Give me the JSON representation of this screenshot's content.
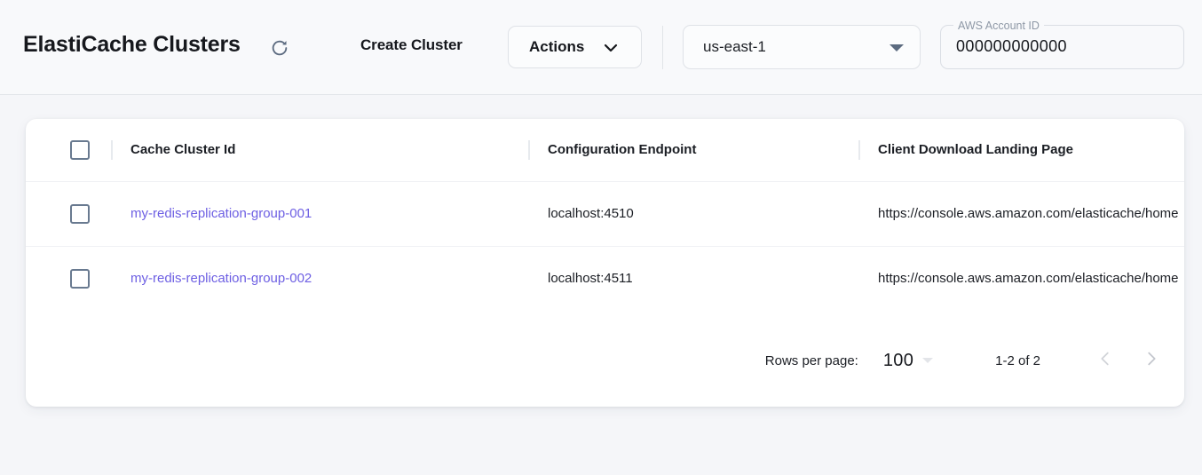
{
  "header": {
    "title": "ElastiCache Clusters",
    "refresh_icon": "refresh-icon",
    "create_cluster_label": "Create Cluster",
    "actions_label": "Actions",
    "actions_caret_icon": "chevron-down-icon",
    "region": {
      "value": "us-east-1",
      "arrow_icon": "dropdown-arrow-icon"
    },
    "account": {
      "label": "AWS Account ID",
      "value": "000000000000"
    }
  },
  "table": {
    "columns": [
      {
        "key": "select",
        "label": ""
      },
      {
        "key": "cluster_id",
        "label": "Cache Cluster Id"
      },
      {
        "key": "config_endpoint",
        "label": "Configuration Endpoint"
      },
      {
        "key": "landing_page",
        "label": "Client Download Landing Page"
      }
    ],
    "rows": [
      {
        "cluster_id": "my-redis-replication-group-001",
        "config_endpoint": "localhost:4510",
        "landing_page": "https://console.aws.amazon.com/elasticache/home"
      },
      {
        "cluster_id": "my-redis-replication-group-002",
        "config_endpoint": "localhost:4511",
        "landing_page": "https://console.aws.amazon.com/elasticache/home"
      }
    ]
  },
  "pagination": {
    "rows_per_page_label": "Rows per page:",
    "rows_per_page_value": "100",
    "range_label": "1-2 of 2",
    "prev_icon": "chevron-left-icon",
    "next_icon": "chevron-right-icon"
  },
  "colors": {
    "page_bg": "#f5f6f9",
    "link": "#6d5fe3",
    "text": "#1b1e24",
    "muted": "#8e98a6"
  }
}
